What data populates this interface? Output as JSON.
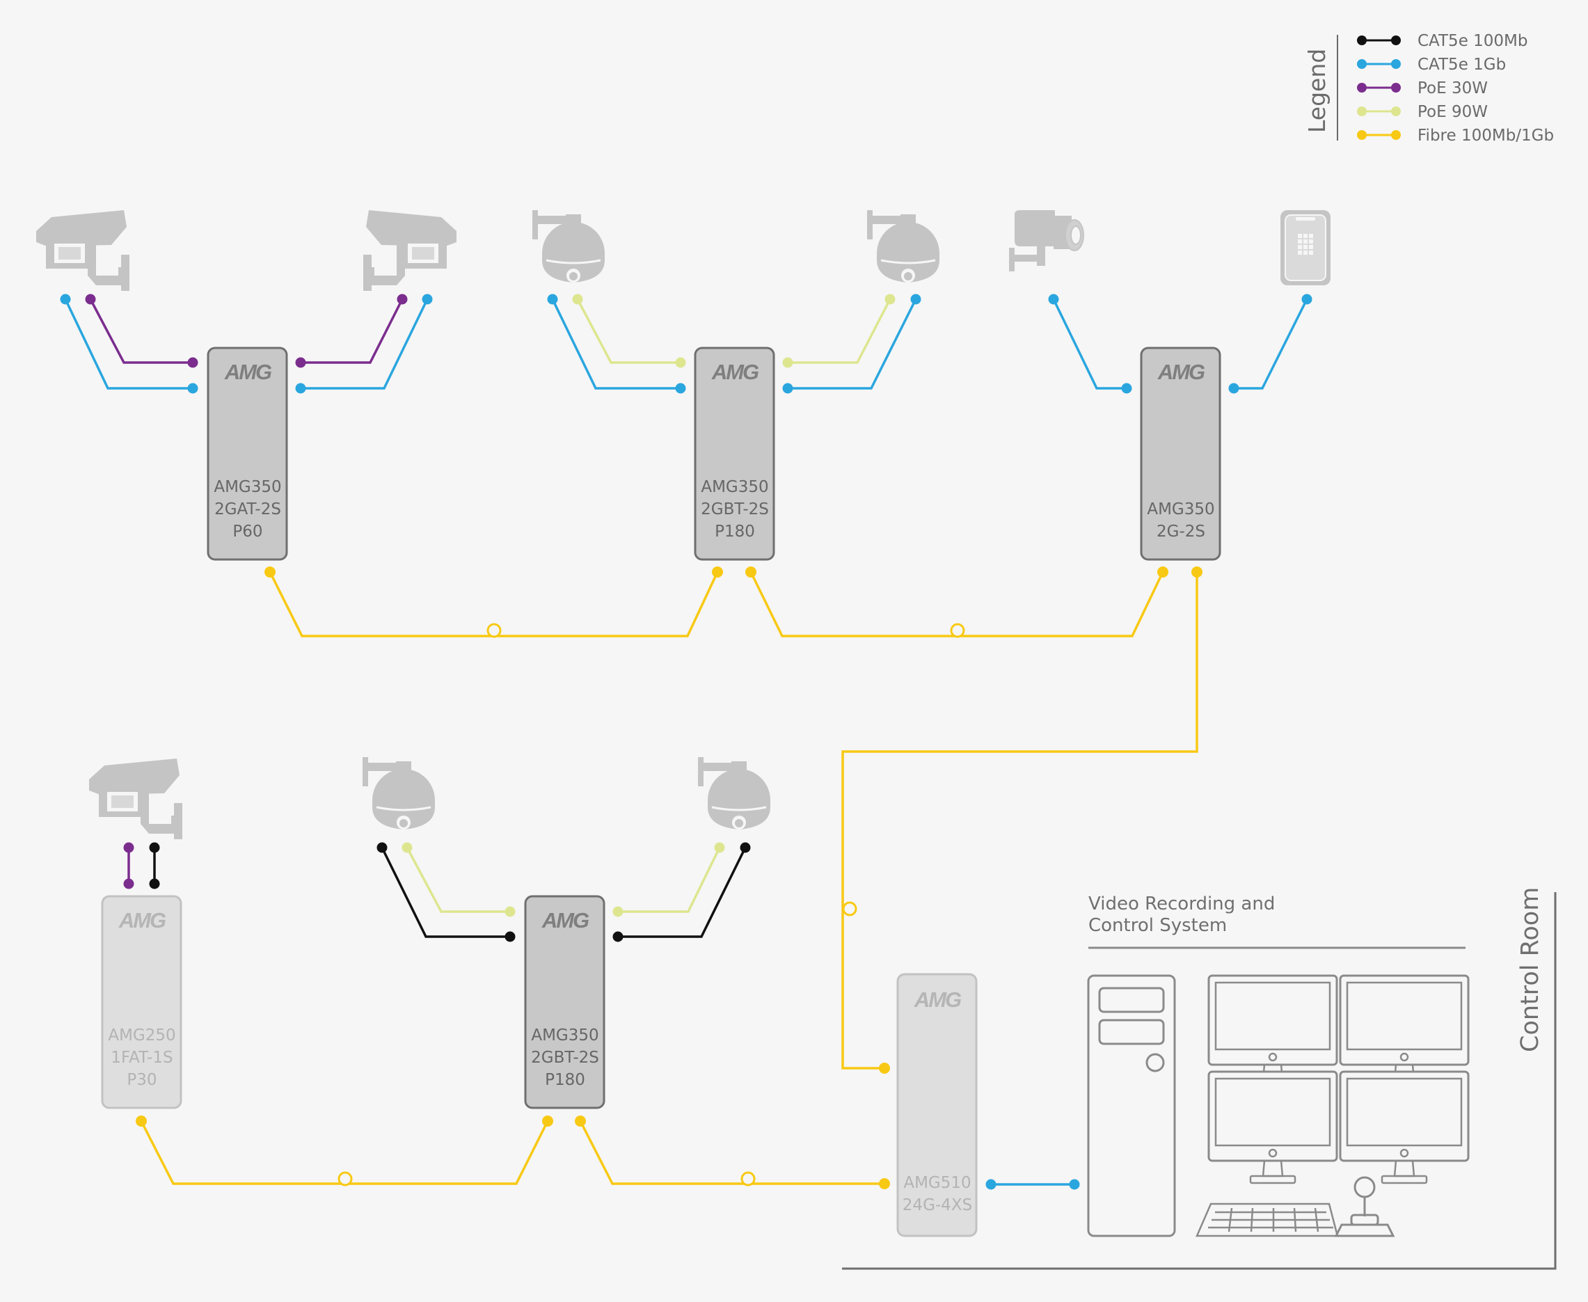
{
  "legend": {
    "title": "Legend",
    "items": [
      {
        "label": "CAT5e 100Mb",
        "color": "#111111"
      },
      {
        "label": "CAT5e 1Gb",
        "color": "#2aa6df"
      },
      {
        "label": "PoE 30W",
        "color": "#7b2d8e"
      },
      {
        "label": "PoE 90W",
        "color": "#dde68f"
      },
      {
        "label": "Fibre 100Mb/1Gb",
        "color": "#f8c914"
      }
    ]
  },
  "colors": {
    "cat5e_100mb": "#111111",
    "cat5e_1gb": "#2aa6df",
    "poe_30w": "#7b2d8e",
    "poe_90w": "#dde68f",
    "fibre": "#f8c914",
    "switch_active": "#c8c8c8",
    "switch_inactive": "#dedede",
    "device_icon": "#c4c4c4"
  },
  "switches": {
    "s1": {
      "brand": "AMG",
      "model": "AMG350",
      "variant": "2GAT-2S",
      "power": "P60"
    },
    "s2": {
      "brand": "AMG",
      "model": "AMG350",
      "variant": "2GBT-2S",
      "power": "P180"
    },
    "s3": {
      "brand": "AMG",
      "model": "AMG350",
      "variant": "2G-2S"
    },
    "s4": {
      "brand": "AMG",
      "model": "AMG250",
      "variant": "1FAT-1S",
      "power": "P30"
    },
    "s5": {
      "brand": "AMG",
      "model": "AMG350",
      "variant": "2GBT-2S",
      "power": "P180"
    },
    "s6": {
      "brand": "AMG",
      "model": "AMG510",
      "variant": "24G-4XS"
    }
  },
  "control_room": {
    "title": "Control Room",
    "system_label_line1": "Video Recording and",
    "system_label_line2": "Control System"
  },
  "icons": [
    "box-camera-icon",
    "ptz-dome-camera-icon",
    "bullet-camera-icon",
    "keypad-icon",
    "pc-tower-icon",
    "monitor-icon",
    "keyboard-icon",
    "joystick-icon"
  ]
}
